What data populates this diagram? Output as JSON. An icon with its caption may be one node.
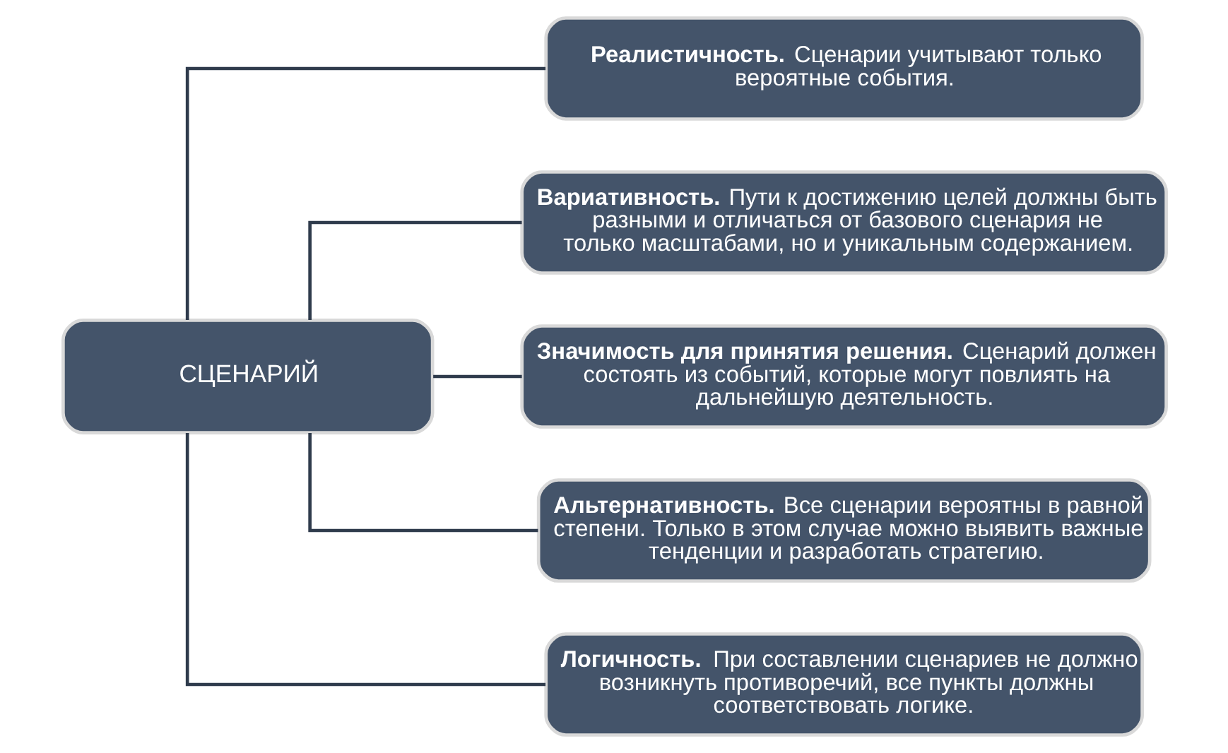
{
  "diagram": {
    "nodes": [
      {
        "text": [
          "СЦЕНАРИЙ"
        ]
      },
      {
        "text": [
          "**Реалистичность.** Сценарии учитывают только вероятные события."
        ]
      },
      {
        "text": [
          "**Вариативность.** Пути к достижению целей должны быть разными и отличаться от базового сценария не только масштабами, но и уникальным содержанием."
        ]
      },
      {
        "text": [
          "**Значимость для принятия решения.** Сценарий должен состоять из событий, которые могут повлиять на дальнейшую деятельность."
        ]
      },
      {
        "text": [
          "**Альтернативность.** Все сценарии вероятны в равной степени. Только в этом случае можно выявить важные тенденции и разработать стратегию."
        ]
      },
      {
        "text": [
          "**Логичность.** При составлении сценариев не должно возникнуть противоречий, все пункты должны соответствовать логике."
        ]
      }
    ],
    "edges": [
      {
        "from": 0,
        "to": 1,
        "arrow": "none"
      },
      {
        "from": 0,
        "to": 2,
        "arrow": "none"
      },
      {
        "from": 0,
        "to": 3,
        "arrow": "none"
      },
      {
        "from": 0,
        "to": 4,
        "arrow": "none"
      },
      {
        "from": 0,
        "to": 5,
        "arrow": "none"
      }
    ]
  }
}
